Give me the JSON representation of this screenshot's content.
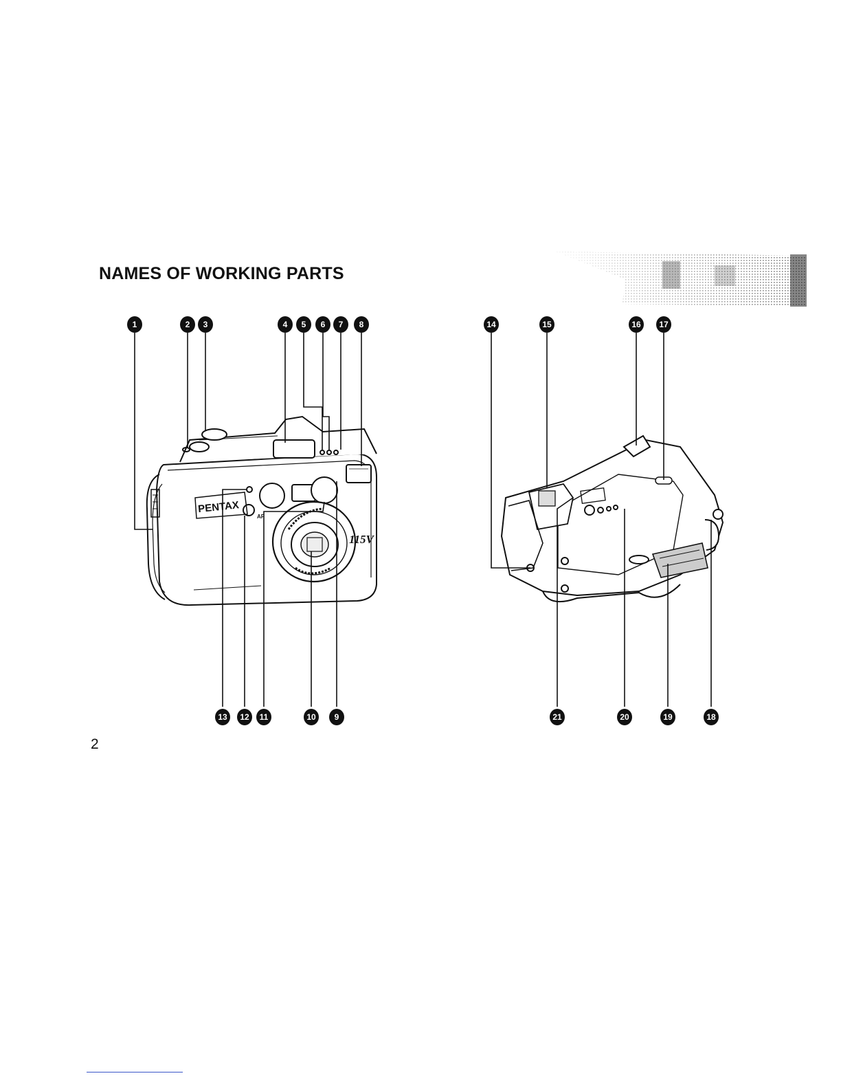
{
  "page": {
    "title": "NAMES OF WORKING PARTS",
    "page_number": "2"
  },
  "callouts_front": [
    "1",
    "2",
    "3",
    "4",
    "5",
    "6",
    "7",
    "8",
    "9",
    "10",
    "11",
    "12",
    "13"
  ],
  "callouts_back": [
    "14",
    "15",
    "16",
    "17",
    "18",
    "19",
    "20",
    "21"
  ],
  "camera_front": {
    "brand": "PENTAX",
    "af_mark": "AF",
    "model_badge": "115V"
  },
  "colors": {
    "ink": "#111111",
    "paper": "#ffffff",
    "footer_rule": "#3a56c8"
  }
}
